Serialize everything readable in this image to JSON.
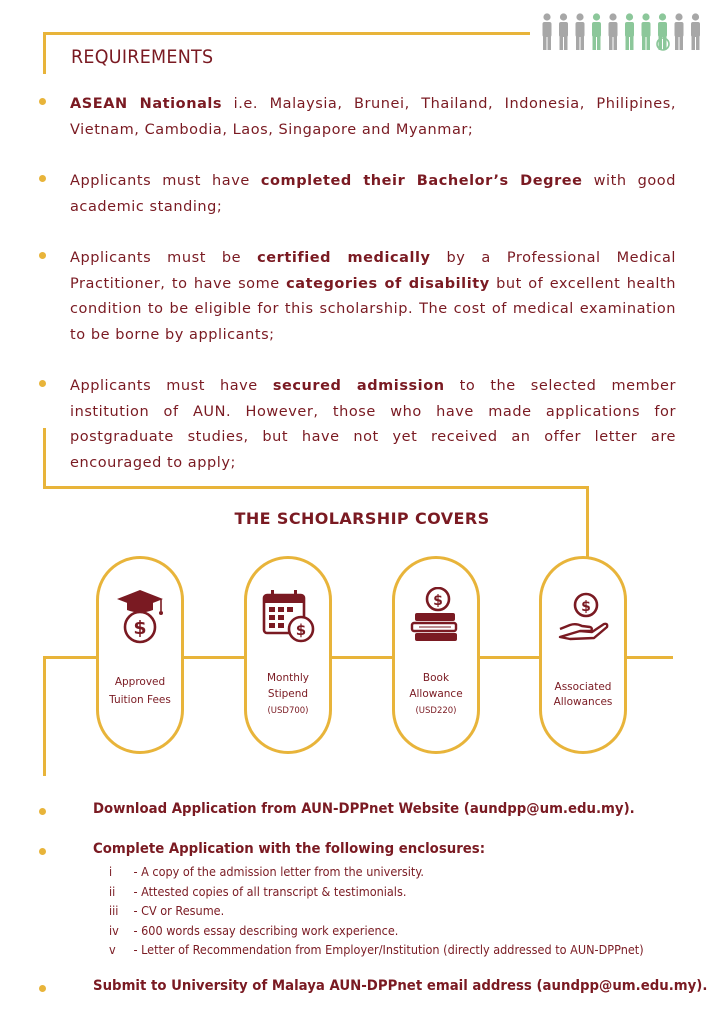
{
  "header": {
    "title": "REQUIREMENTS",
    "illustration_icon": "people-with-disabilities-icon"
  },
  "requirements": [
    {
      "parts": [
        {
          "t": "ASEAN Nationals",
          "b": true
        },
        {
          "t": " i.e. Malaysia, Brunei, Thailand, Indonesia, Philipines, Vietnam, Cambodia, Laos, Singapore and Myanmar;",
          "b": false
        }
      ]
    },
    {
      "parts": [
        {
          "t": "Applicants must have ",
          "b": false
        },
        {
          "t": "completed their Bachelor’s  Degree",
          "b": true
        },
        {
          "t": " with good academic standing;",
          "b": false
        }
      ]
    },
    {
      "parts": [
        {
          "t": "Applicants must be ",
          "b": false
        },
        {
          "t": "certified medically",
          "b": true
        },
        {
          "t": " by a Professional Medical Practitioner, to have some ",
          "b": false
        },
        {
          "t": "categories of disability",
          "b": true
        },
        {
          "t": "  but of excellent health condition to be  eligible for this  scholarship. The cost of medical examination to be borne by  applicants;",
          "b": false
        }
      ]
    },
    {
      "parts": [
        {
          "t": "Applicants must have ",
          "b": false
        },
        {
          "t": "secured admission",
          "b": true
        },
        {
          "t": " to the selected member institution of AUN. However, those who have made applications for postgraduate studies, but have not yet received an offer letter are encouraged to apply;",
          "b": false
        }
      ]
    }
  ],
  "covers": {
    "title": "THE SCHOLARSHIP COVERS",
    "items": [
      {
        "label1": "Approved",
        "label2": "Tuition Fees",
        "label3": "",
        "amount": "",
        "icon": "graduation-cap-dollar-icon"
      },
      {
        "label1": "Monthly",
        "label2": "Stipend",
        "label3": "",
        "amount": "(USD700)",
        "icon": "calendar-dollar-icon"
      },
      {
        "label1": "Book",
        "label2": "Allowance",
        "label3": "",
        "amount": "(USD220)",
        "icon": "books-dollar-icon"
      },
      {
        "label1": "Associated",
        "label2": "Allowances",
        "label3": "",
        "amount": "",
        "icon": "hand-coin-icon"
      }
    ]
  },
  "steps": {
    "download": "Download Application from AUN-DPPnet Website (aundpp@um.edu.my).",
    "complete": "Complete Application with the following enclosures:",
    "enclosures": [
      {
        "num": "i",
        "text": "- A copy of the admission letter from the university."
      },
      {
        "num": "ii",
        "text": "- Attested copies of all transcript & testimonials."
      },
      {
        "num": "iii",
        "text": "- CV or Resume."
      },
      {
        "num": "iv",
        "text": "- 600 words essay describing work experience."
      },
      {
        "num": "v",
        "text": "- Letter of Recommendation from Employer/Institution (directly addressed to AUN-DPPnet)"
      }
    ],
    "submit": "Submit to University of Malaya AUN-DPPnet email address (aundpp@um.edu.my)."
  },
  "colors": {
    "maroon": "#7a1a22",
    "gold": "#e8b43a",
    "people_gray": "#a7a7a7",
    "people_green": "#8cc79a"
  }
}
